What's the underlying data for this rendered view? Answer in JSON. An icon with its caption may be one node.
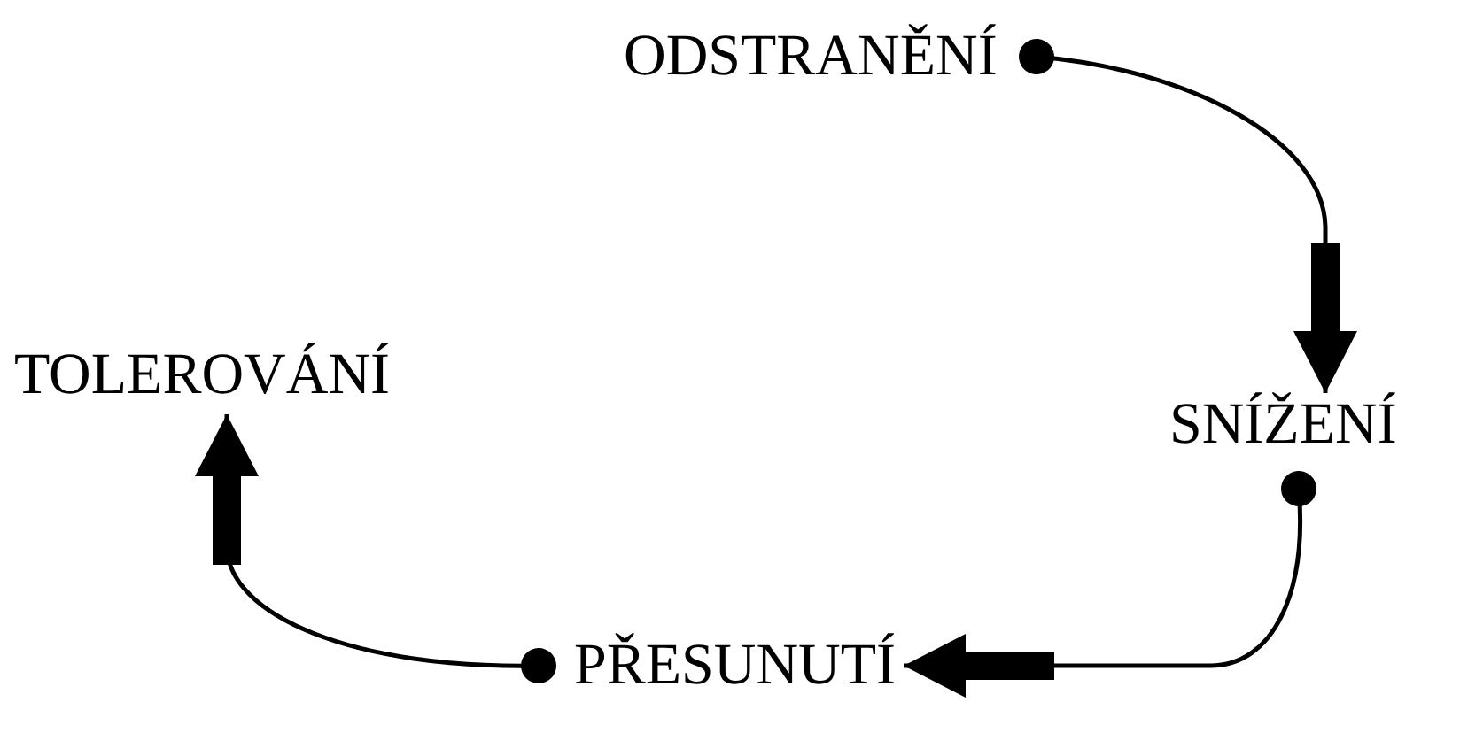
{
  "diagram": {
    "nodes": [
      {
        "text": [
          "ODSTRANĚNÍ"
        ]
      },
      {
        "text": [
          "SNÍŽENÍ"
        ]
      },
      {
        "text": [
          "PŘESUNUTÍ"
        ]
      },
      {
        "text": [
          "TOLEROVÁNÍ"
        ]
      }
    ],
    "edges": [
      {
        "from": 0,
        "to": 1,
        "arrow": "to"
      },
      {
        "from": 1,
        "to": 2,
        "arrow": "to"
      },
      {
        "from": 2,
        "to": 3,
        "arrow": "to"
      }
    ]
  }
}
